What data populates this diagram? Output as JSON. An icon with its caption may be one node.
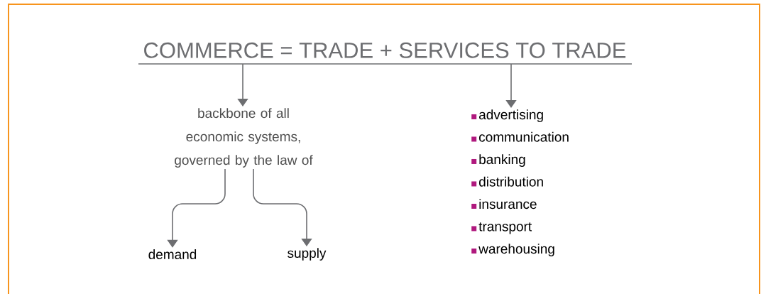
{
  "diagram": {
    "nodes": [
      {
        "text": [
          "COMMERCE = TRADE + SERVICES TO TRADE"
        ]
      },
      {
        "text": [
          "backbone of all economic systems, governed by the law of"
        ]
      },
      {
        "text": [
          "demand"
        ]
      },
      {
        "text": [
          "supply"
        ]
      },
      {
        "text": [
          "advertising",
          "communication",
          "banking",
          "distribution",
          "insurance",
          "transport",
          "warehousing"
        ]
      }
    ],
    "edges": [
      {
        "from": 0,
        "to": 1,
        "arrow": "to"
      },
      {
        "from": 0,
        "to": 4,
        "arrow": "to"
      },
      {
        "from": 1,
        "to": 2,
        "arrow": "to"
      },
      {
        "from": 1,
        "to": 3,
        "arrow": "to"
      }
    ]
  }
}
